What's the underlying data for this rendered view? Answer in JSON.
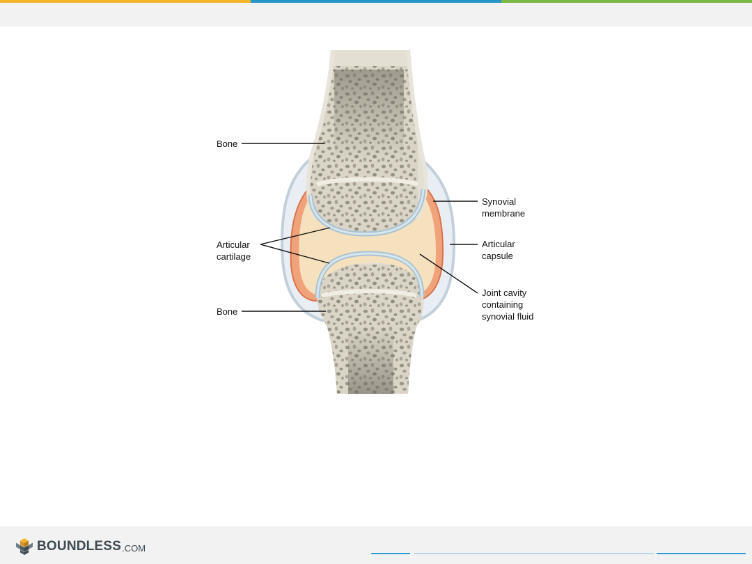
{
  "theme": {
    "stripe_colors": [
      "#f6b42b",
      "#2596c8",
      "#77b944"
    ],
    "footer_line_colors": [
      "#2e9bd6",
      "#b9d7e6",
      "#2e9bd6"
    ]
  },
  "diagram": {
    "labels": {
      "bone_top": "Bone",
      "synovial_line1": "Synovial",
      "synovial_line2": "membrane",
      "articular_cartilage_line1": "Articular",
      "articular_cartilage_line2": "cartilage",
      "articular_capsule_line1": "Articular",
      "articular_capsule_line2": "capsule",
      "joint_cavity_line1": "Joint cavity",
      "joint_cavity_line2": "containing",
      "joint_cavity_line3": "synovial fluid",
      "bone_bottom": "Bone"
    }
  },
  "footer": {
    "logo_text": "BOUNDLESS",
    "logo_domain": ".COM",
    "logo_icon": "cube-stack-icon"
  }
}
